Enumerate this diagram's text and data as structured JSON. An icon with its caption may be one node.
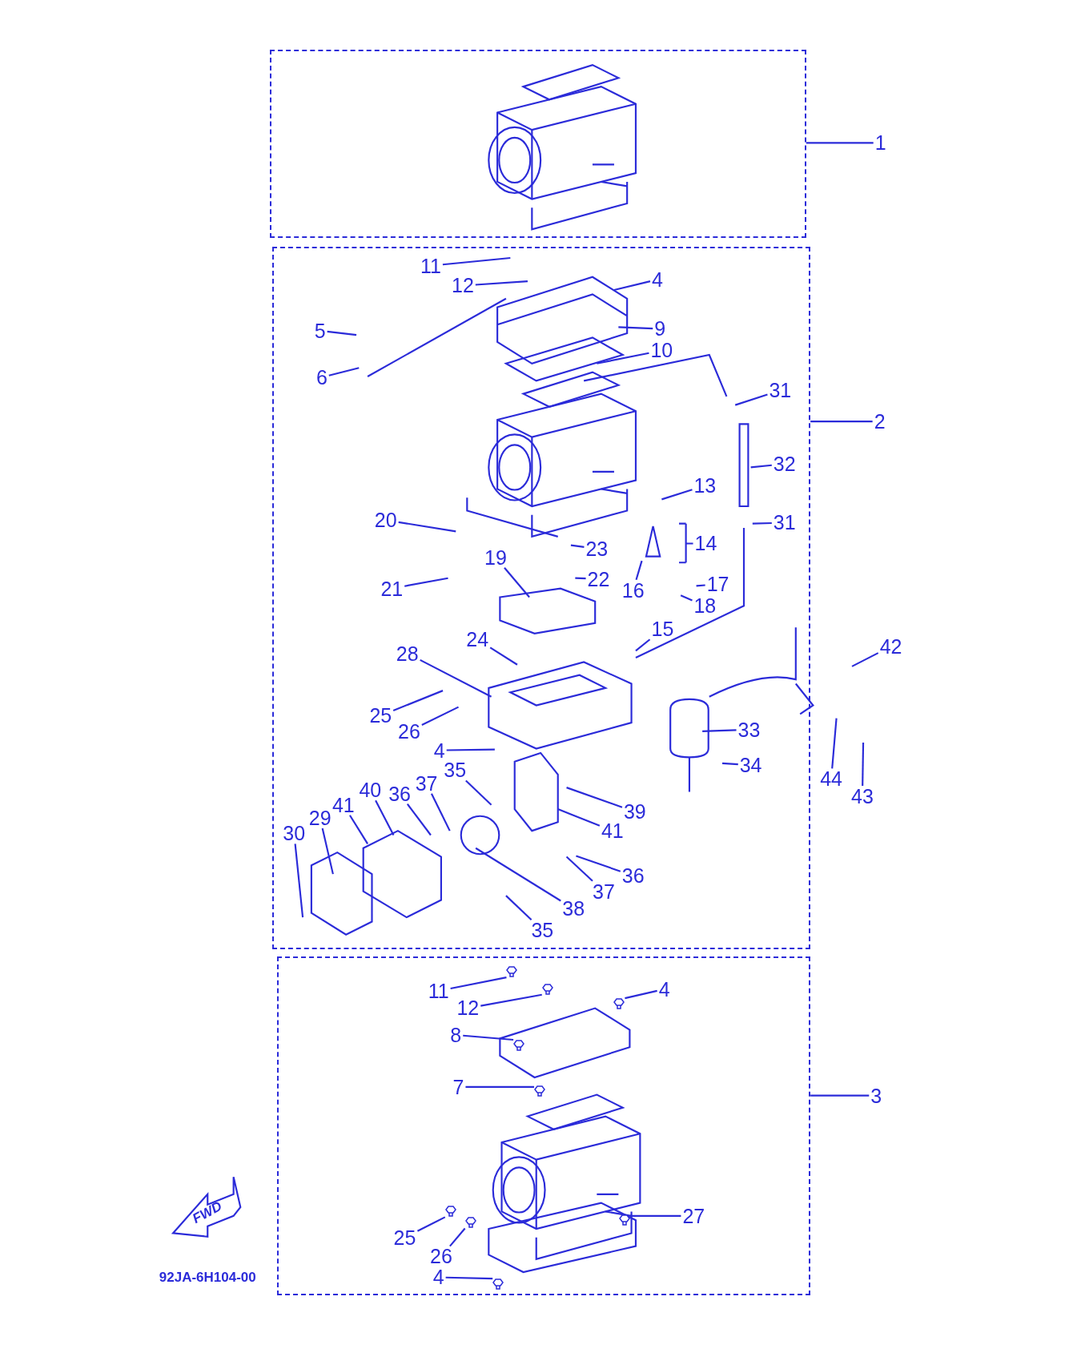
{
  "diagram": {
    "nodes": [
      {
        "text": [],
        "shape": "box"
      },
      {
        "text": [
          "1"
        ]
      },
      {
        "text": [],
        "shape": "box"
      },
      {
        "text": [
          "11"
        ],
        "in": 2
      },
      {
        "text": [
          "12"
        ],
        "in": 2
      },
      {
        "text": [
          "4"
        ],
        "in": 2
      },
      {
        "text": [
          "5"
        ],
        "in": 2
      },
      {
        "text": [
          "9"
        ],
        "in": 2
      },
      {
        "text": [
          "6"
        ],
        "in": 2
      },
      {
        "text": [
          "10"
        ],
        "in": 2
      },
      {
        "text": [
          "31"
        ],
        "in": 2
      },
      {
        "text": [
          "32"
        ],
        "in": 2
      },
      {
        "text": [
          "13"
        ],
        "in": 2
      },
      {
        "text": [
          "20"
        ],
        "in": 2
      },
      {
        "text": [
          "23"
        ],
        "in": 2
      },
      {
        "text": [
          "14"
        ],
        "in": 2
      },
      {
        "text": [
          "31"
        ],
        "in": 2
      },
      {
        "text": [
          "19"
        ],
        "in": 2
      },
      {
        "text": [
          "22"
        ],
        "in": 2
      },
      {
        "text": [
          "16"
        ],
        "in": 2
      },
      {
        "text": [
          "17"
        ],
        "in": 2
      },
      {
        "text": [
          "21"
        ],
        "in": 2
      },
      {
        "text": [
          "18"
        ],
        "in": 2
      },
      {
        "text": [
          "15"
        ],
        "in": 2
      },
      {
        "text": [
          "24"
        ],
        "in": 2
      },
      {
        "text": [
          "28"
        ],
        "in": 2
      },
      {
        "text": [
          "33"
        ],
        "in": 2
      },
      {
        "text": [
          "25"
        ],
        "in": 2
      },
      {
        "text": [
          "26"
        ],
        "in": 2
      },
      {
        "text": [
          "4"
        ],
        "in": 2
      },
      {
        "text": [
          "34"
        ],
        "in": 2
      },
      {
        "text": [
          "35"
        ],
        "in": 2
      },
      {
        "text": [
          "37"
        ],
        "in": 2
      },
      {
        "text": [
          "40"
        ],
        "in": 2
      },
      {
        "text": [
          "36"
        ],
        "in": 2
      },
      {
        "text": [
          "41"
        ],
        "in": 2
      },
      {
        "text": [
          "29"
        ],
        "in": 2
      },
      {
        "text": [
          "30"
        ],
        "in": 2
      },
      {
        "text": [
          "39"
        ],
        "in": 2
      },
      {
        "text": [
          "41"
        ],
        "in": 2
      },
      {
        "text": [
          "36"
        ],
        "in": 2
      },
      {
        "text": [
          "37"
        ],
        "in": 2
      },
      {
        "text": [
          "38"
        ],
        "in": 2
      },
      {
        "text": [
          "35"
        ],
        "in": 2
      },
      {
        "text": [
          "2"
        ]
      },
      {
        "text": [
          "42"
        ]
      },
      {
        "text": [
          "44"
        ]
      },
      {
        "text": [
          "43"
        ]
      },
      {
        "text": [],
        "shape": "box"
      },
      {
        "text": [
          "11"
        ],
        "in": 48
      },
      {
        "text": [
          "4"
        ],
        "in": 48
      },
      {
        "text": [
          "12"
        ],
        "in": 48
      },
      {
        "text": [
          "8"
        ],
        "in": 48
      },
      {
        "text": [
          "7"
        ],
        "in": 48
      },
      {
        "text": [
          "27"
        ],
        "in": 48
      },
      {
        "text": [
          "25"
        ],
        "in": 48
      },
      {
        "text": [
          "26"
        ],
        "in": 48
      },
      {
        "text": [
          "4"
        ],
        "in": 48
      },
      {
        "text": [
          "3"
        ]
      },
      {
        "text": [],
        "shape": "picture",
        "in": 48
      },
      {
        "text": [],
        "shape": "picture",
        "in": 48
      },
      {
        "text": [],
        "shape": "picture",
        "in": 48
      },
      {
        "text": [],
        "shape": "picture",
        "in": 48
      },
      {
        "text": [],
        "shape": "picture",
        "in": 48
      },
      {
        "text": [],
        "shape": "picture",
        "in": 48
      },
      {
        "text": [],
        "shape": "picture",
        "in": 48
      },
      {
        "text": [],
        "shape": "picture",
        "in": 48
      },
      {
        "text": [],
        "shape": "picture",
        "in": 48
      }
    ],
    "edges": [
      {
        "from": 1,
        "to": 0,
        "arrow": "none"
      },
      {
        "from": 3,
        "to": null,
        "arrow": "none"
      },
      {
        "from": 4,
        "to": null,
        "arrow": "none"
      },
      {
        "from": 5,
        "to": null,
        "arrow": "none"
      },
      {
        "from": 6,
        "to": null,
        "arrow": "none"
      },
      {
        "from": 7,
        "to": null,
        "arrow": "none"
      },
      {
        "from": 8,
        "to": null,
        "arrow": "none"
      },
      {
        "from": 9,
        "to": null,
        "arrow": "none"
      },
      {
        "from": 10,
        "to": null,
        "arrow": "none"
      },
      {
        "from": 11,
        "to": null,
        "arrow": "none"
      },
      {
        "from": 12,
        "to": null,
        "arrow": "none"
      },
      {
        "from": 13,
        "to": null,
        "arrow": "none"
      },
      {
        "from": 14,
        "to": null,
        "arrow": "none"
      },
      {
        "from": 15,
        "to": null,
        "arrow": "none"
      },
      {
        "from": 16,
        "to": null,
        "arrow": "none"
      },
      {
        "from": 17,
        "to": null,
        "arrow": "none"
      },
      {
        "from": 18,
        "to": null,
        "arrow": "none"
      },
      {
        "from": 19,
        "to": null,
        "arrow": "none"
      },
      {
        "from": 20,
        "to": null,
        "arrow": "none"
      },
      {
        "from": 21,
        "to": null,
        "arrow": "none"
      },
      {
        "from": 22,
        "to": null,
        "arrow": "none"
      },
      {
        "from": 23,
        "to": null,
        "arrow": "none"
      },
      {
        "from": 24,
        "to": null,
        "arrow": "none"
      },
      {
        "from": 25,
        "to": null,
        "arrow": "none"
      },
      {
        "from": 26,
        "to": null,
        "arrow": "none"
      },
      {
        "from": 27,
        "to": null,
        "arrow": "none"
      },
      {
        "from": 28,
        "to": null,
        "arrow": "none"
      },
      {
        "from": 29,
        "to": null,
        "arrow": "none"
      },
      {
        "from": 30,
        "to": null,
        "arrow": "none"
      },
      {
        "from": 31,
        "to": null,
        "arrow": "none"
      },
      {
        "from": 32,
        "to": null,
        "arrow": "none"
      },
      {
        "from": 33,
        "to": null,
        "arrow": "none"
      },
      {
        "from": 34,
        "to": null,
        "arrow": "none"
      },
      {
        "from": 35,
        "to": null,
        "arrow": "none"
      },
      {
        "from": 36,
        "to": null,
        "arrow": "none"
      },
      {
        "from": 37,
        "to": null,
        "arrow": "none"
      },
      {
        "from": 38,
        "to": null,
        "arrow": "none"
      },
      {
        "from": 39,
        "to": null,
        "arrow": "none"
      },
      {
        "from": 40,
        "to": null,
        "arrow": "none"
      },
      {
        "from": 41,
        "to": null,
        "arrow": "none"
      },
      {
        "from": 42,
        "to": null,
        "arrow": "none"
      },
      {
        "from": 43,
        "to": null,
        "arrow": "none"
      },
      {
        "from": 44,
        "to": 2,
        "arrow": "none"
      },
      {
        "from": 45,
        "to": null,
        "arrow": "none"
      },
      {
        "from": 46,
        "to": null,
        "arrow": "none"
      },
      {
        "from": 47,
        "to": null,
        "arrow": "none"
      },
      {
        "from": 49,
        "to": 59,
        "arrow": "none"
      },
      {
        "from": 50,
        "to": 60,
        "arrow": "none"
      },
      {
        "from": 51,
        "to": 61,
        "arrow": "none"
      },
      {
        "from": 52,
        "to": 62,
        "arrow": "none"
      },
      {
        "from": 53,
        "to": 63,
        "arrow": "none"
      },
      {
        "from": 54,
        "to": 64,
        "arrow": "none"
      },
      {
        "from": 55,
        "to": 65,
        "arrow": "none"
      },
      {
        "from": 56,
        "to": 66,
        "arrow": "none"
      },
      {
        "from": 57,
        "to": 67,
        "arrow": "none"
      },
      {
        "from": 58,
        "to": 48,
        "arrow": "none"
      }
    ],
    "labels": [
      "FWD",
      "92JA-6H104-00"
    ]
  }
}
